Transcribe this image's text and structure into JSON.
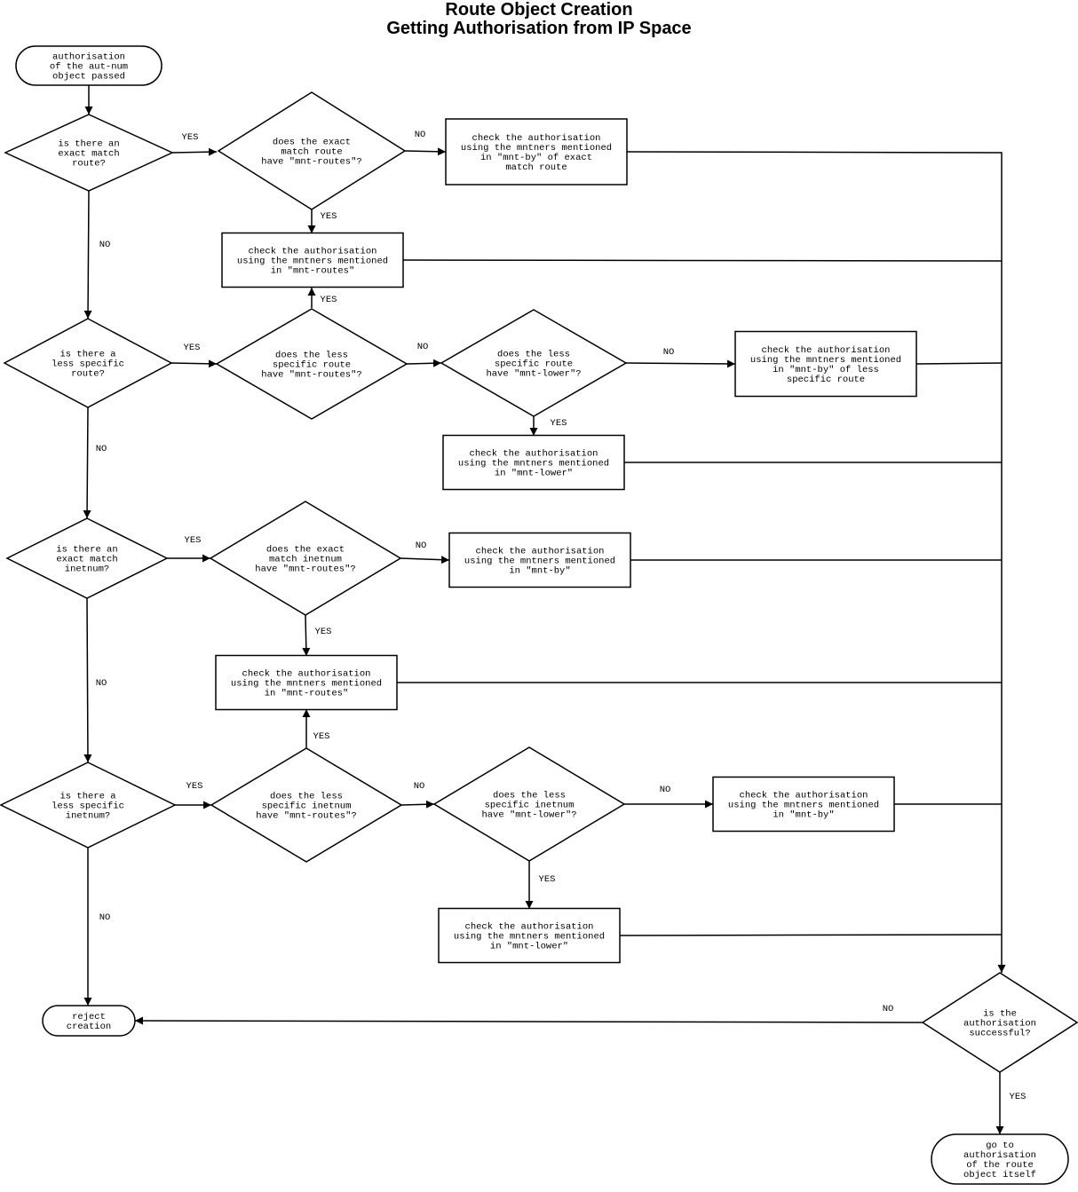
{
  "header": {
    "title_line1": "Route Object Creation",
    "title_line2": "Getting Authorisation from IP Space"
  },
  "labels": {
    "yes": "YES",
    "no": "NO"
  },
  "nodes": {
    "start": [
      "authorisation",
      "of the aut-num",
      "object passed"
    ],
    "q_exact_route": [
      "is there an",
      "exact match",
      "route?"
    ],
    "q_exact_route_mntroutes": [
      "does the exact",
      "match route",
      "have \"mnt-routes\"?"
    ],
    "box_exact_route_mntby": [
      "check the authorisation",
      "using the mntners mentioned",
      "in \"mnt-by\" of exact",
      "match route"
    ],
    "box_route_mntroutes": [
      "check the authorisation",
      "using the mntners mentioned",
      "in \"mnt-routes\""
    ],
    "q_less_route": [
      "is there a",
      "less specific",
      "route?"
    ],
    "q_less_route_mntroutes": [
      "does the less",
      "specific route",
      "have \"mnt-routes\"?"
    ],
    "q_less_route_mntlower": [
      "does the less",
      "specific route",
      "have \"mnt-lower\"?"
    ],
    "box_less_route_mntby": [
      "check the authorisation",
      "using the mntners mentioned",
      "in \"mnt-by\" of less",
      "specific route"
    ],
    "box_route_mntlower": [
      "check the authorisation",
      "using the mntners mentioned",
      "in \"mnt-lower\""
    ],
    "q_exact_inetnum": [
      "is there an",
      "exact match",
      "inetnum?"
    ],
    "q_exact_inetnum_mntroutes": [
      "does the exact",
      "match inetnum",
      "have \"mnt-routes\"?"
    ],
    "box_exact_inetnum_mntby": [
      "check the authorisation",
      "using the mntners mentioned",
      "in \"mnt-by\""
    ],
    "box_inetnum_mntroutes": [
      "check the authorisation",
      "using the mntners mentioned",
      "in \"mnt-routes\""
    ],
    "q_less_inetnum": [
      "is there a",
      "less specific",
      "inetnum?"
    ],
    "q_less_inetnum_mntroutes": [
      "does the less",
      "specific inetnum",
      "have \"mnt-routes\"?"
    ],
    "q_less_inetnum_mntlower": [
      "does the less",
      "specific inetnum",
      "have \"mnt-lower\"?"
    ],
    "box_less_inetnum_mntby": [
      "check the authorisation",
      "using the mntners mentioned",
      "in \"mnt-by\""
    ],
    "box_inetnum_mntlower": [
      "check the authorisation",
      "using the mntners mentioned",
      "in \"mnt-lower\""
    ],
    "reject": [
      "reject",
      "creation"
    ],
    "q_success": [
      "is the",
      "authorisation",
      "successful?"
    ],
    "end": [
      "go to",
      "authorisation",
      "of the route",
      "object itself"
    ]
  }
}
